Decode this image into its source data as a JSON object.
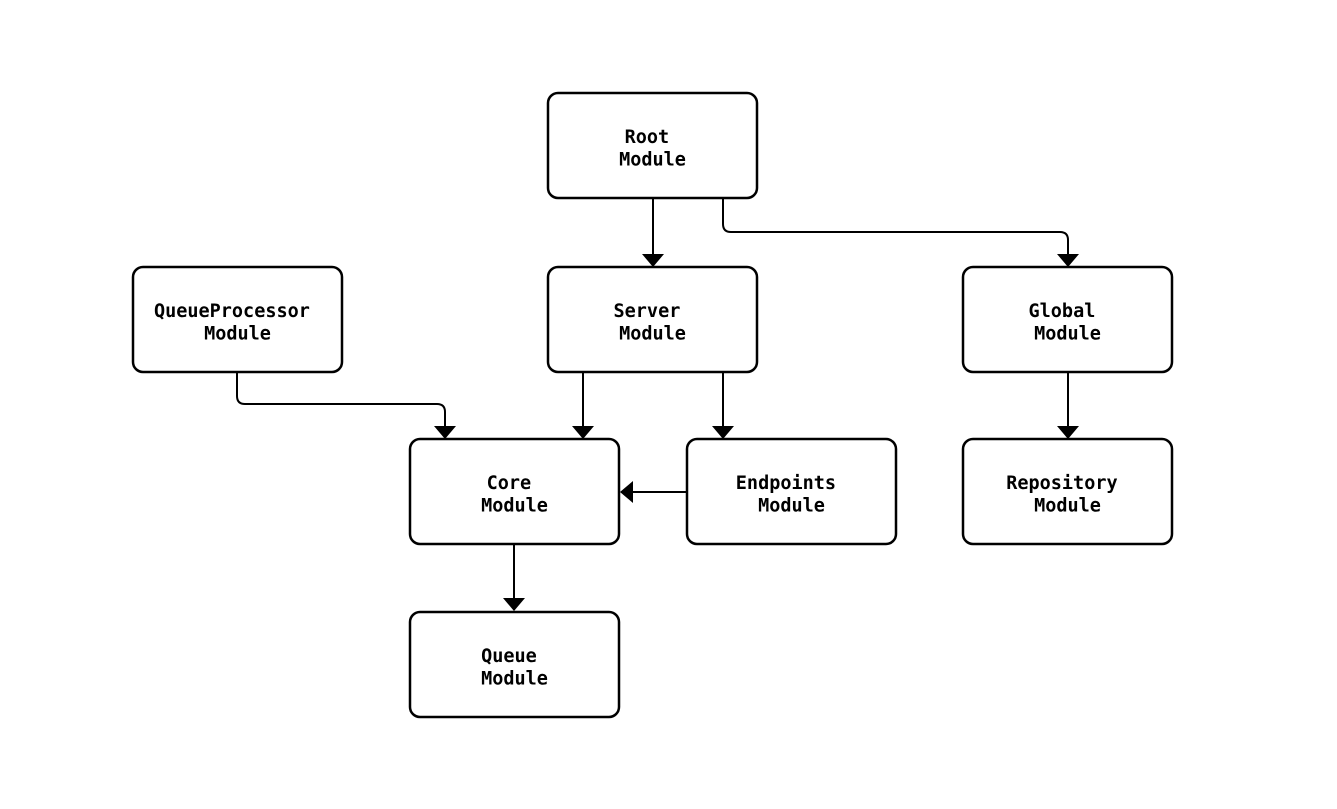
{
  "diagram": {
    "type": "flowchart",
    "direction": "top-down",
    "colors": {
      "background": "#ffffff",
      "node_fill": "#ffffff",
      "node_border": "#000000",
      "edge": "#000000",
      "text": "#000000"
    },
    "nodes": [
      {
        "id": "root",
        "line1": "Root",
        "line2": "Module"
      },
      {
        "id": "server",
        "line1": "Server",
        "line2": "Module"
      },
      {
        "id": "queueprocessor",
        "line1": "QueueProcessor",
        "line2": "Module"
      },
      {
        "id": "global",
        "line1": "Global",
        "line2": "Module"
      },
      {
        "id": "core",
        "line1": "Core",
        "line2": "Module"
      },
      {
        "id": "endpoints",
        "line1": "Endpoints",
        "line2": "Module"
      },
      {
        "id": "repository",
        "line1": "Repository",
        "line2": "Module"
      },
      {
        "id": "queue",
        "line1": "Queue",
        "line2": "Module"
      }
    ],
    "edges": [
      {
        "from": "Root Module",
        "to": "Server Module"
      },
      {
        "from": "Root Module",
        "to": "Global Module"
      },
      {
        "from": "QueueProcessor Module",
        "to": "Core Module"
      },
      {
        "from": "Server Module",
        "to": "Core Module"
      },
      {
        "from": "Server Module",
        "to": "Endpoints Module"
      },
      {
        "from": "Endpoints Module",
        "to": "Core Module"
      },
      {
        "from": "Global Module",
        "to": "Repository Module"
      },
      {
        "from": "Core Module",
        "to": "Queue Module"
      }
    ]
  }
}
